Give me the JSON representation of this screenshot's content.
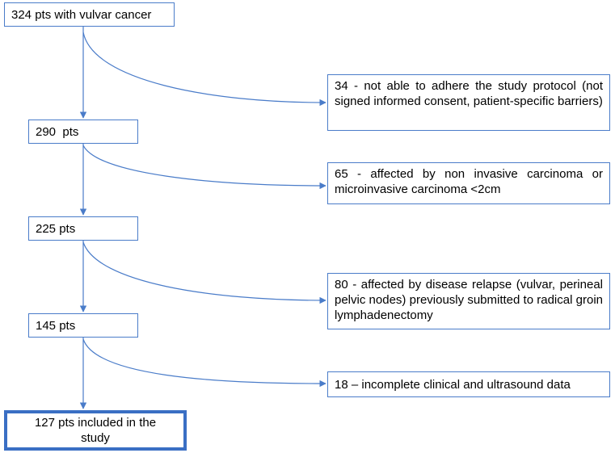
{
  "flow": {
    "steps": [
      "324 pts with vulvar cancer",
      "290  pts",
      "225 pts",
      "145 pts"
    ],
    "final": "127 pts included in the study",
    "exclusions": [
      "34  - not able to adhere the study protocol (not signed informed consent, patient-specific barriers)",
      "65 - affected by non invasive carcinoma or microinvasive carcinoma <2cm",
      "80 - affected by disease relapse (vulvar, perineal pelvic nodes) previously submitted to radical groin lymphadenectomy",
      "18 – incomplete clinical and ultrasound data"
    ]
  },
  "colors": {
    "line": "#4a7cc9",
    "box_border": "#4a7cc9",
    "final_border": "#3a6fc4"
  }
}
